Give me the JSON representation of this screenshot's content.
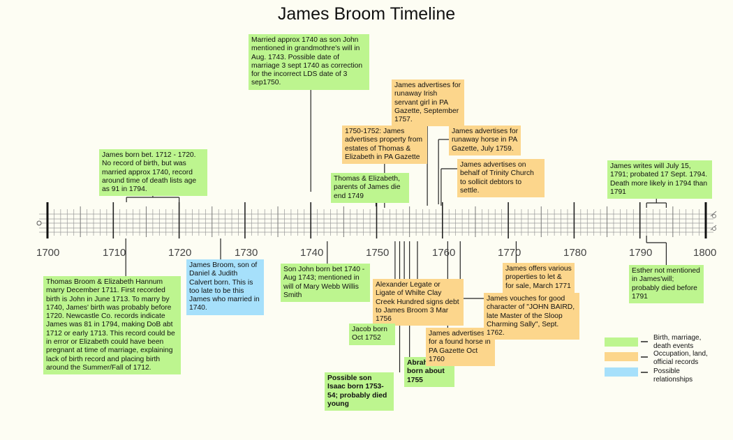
{
  "title": "James Broom Timeline",
  "colors": {
    "birth": "#bdf58f",
    "occupation": "#fcd68c",
    "relationship": "#a6e0fb",
    "background": "#fdfdf3"
  },
  "axis": {
    "start": 1700,
    "end": 1800
  },
  "year_labels": [
    "1700",
    "1710",
    "1720",
    "1730",
    "1740",
    "1750",
    "1760",
    "1770",
    "1780",
    "1790",
    "1800"
  ],
  "notes": {
    "born": "James born bet. 1712 - 1720. No record of birth, but was married approx 1740, record around time of death lists age as 91 in 1794.",
    "married": "Married approx 1740 as son John mentioned in grandmothre's will in Aug. 1743. Possible date of marriage 3 sept 1740 as correction for the incorrect LDS date of 3 sep1750.",
    "irish_servant": "James advertises for runaway Irish servant girl in PA Gazette, September 1757.",
    "property_1750": "1750-1752: James advertises property from estates of Thomas & Elizabeth in PA Gazette",
    "runaway_horse": "James advertises for runaway horse in PA Gazette, July 1759.",
    "trinity": "James advertises on behalf of Trinity Church to sollicit debtors to settle.",
    "parents_die": "Thomas & Elizabeth, parents of James die end 1749",
    "will": "James writes will July 15, 1791; probated 17 Sept. 1794. Death more likely in 1794 than 1791",
    "thomas_marry": "Thomas Broom & Elizabeth Hannum marry December 1711. First recorded birth is John in June 1713. To marry by 1740, James' birth was probably before 1720. Newcastle Co. records indicate James was 81 in 1794, making DoB abt 1712 or early 1713. This record could be in error or Elizabeth could have been pregnant at time of marriage, explaining lack of birth record and placing birth around the Summer/Fall of 1712.",
    "james_son_daniel": "James Broom, son of Daniel & Judith Calvert born. This is too late to be this James who married in 1740.",
    "son_john": "Son John born bet 1740 - Aug 1743; mentioned in will of Mary Webb Willis Smith",
    "legate": "Alexander Legate or Ligate of Whilte Clay Creek Hundred signs debt to James Broom 3 Mar 1756",
    "jacob": "Jacob born Oct 1752",
    "isaac": "Possible son Isaac born 1753-54; probably died young",
    "abraham": "Abraham born about 1755",
    "found_horse": "James advertises for a found horse in PA Gazette Oct 1760",
    "baird": "James vouches for good character of \"JOHN BAIRD, late Master of the Sloop Charming Sally\", Sept. 1762.",
    "offers_property": "James offers various properties to let & for sale, March 1771",
    "esther": "Esther not mentioned in James'will; probably died before 1791"
  },
  "legend": [
    {
      "label": "Birth, marriage, death events",
      "color": "#bdf58f"
    },
    {
      "label": "Occupation, land, official records",
      "color": "#fcd68c"
    },
    {
      "label": "Possible relationships",
      "color": "#a6e0fb"
    }
  ]
}
